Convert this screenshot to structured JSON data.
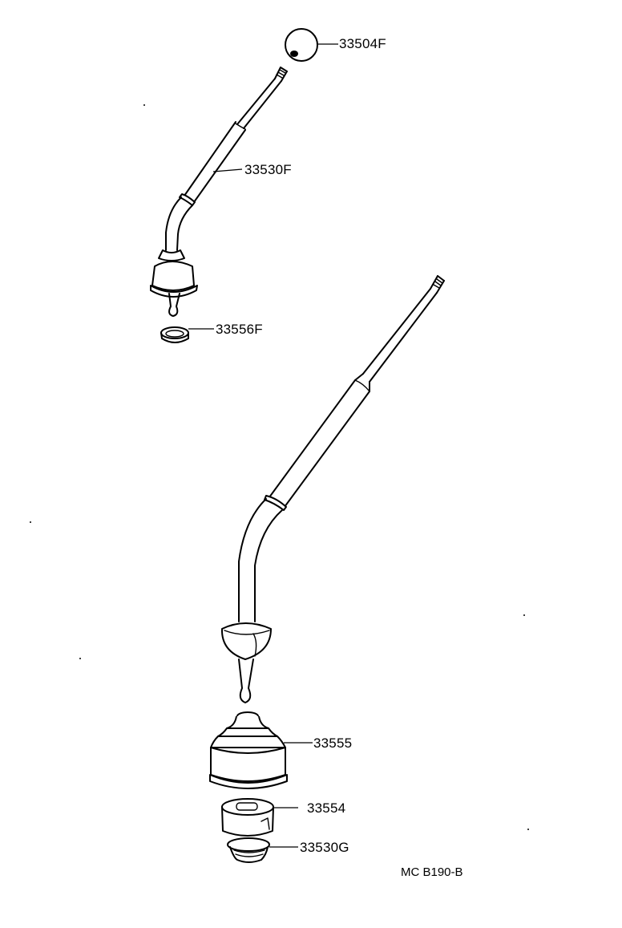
{
  "diagram": {
    "type": "exploded parts diagram",
    "subject": "Shift lever assemblies",
    "code": "MC  B190-B",
    "parts": [
      {
        "id": "33504F",
        "description": "shift lever knob (ball)"
      },
      {
        "id": "33530F",
        "description": "shift lever (upper assembly, short)"
      },
      {
        "id": "33556F",
        "description": "shift lever seat / bushing"
      },
      {
        "id": "33555",
        "description": "shift lever boot"
      },
      {
        "id": "33554",
        "description": "shift lever retainer"
      },
      {
        "id": "33530G",
        "description": "shift lever cap / spring seat"
      }
    ]
  }
}
